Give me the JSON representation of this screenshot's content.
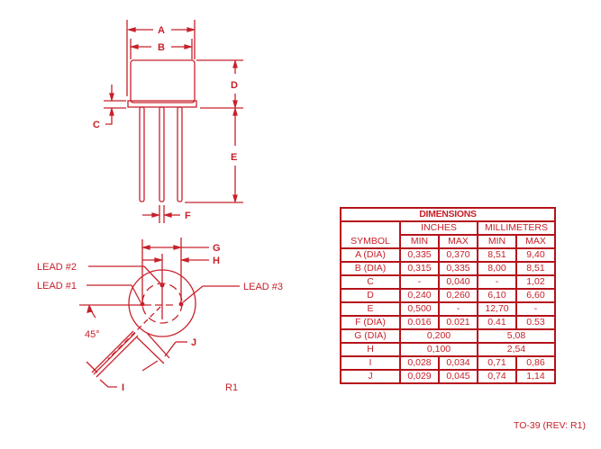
{
  "diagram": {
    "package": "TO-39",
    "labels": {
      "A": "A",
      "B": "B",
      "C": "C",
      "D": "D",
      "E": "E",
      "F": "F",
      "G": "G",
      "H": "H",
      "I": "I",
      "J": "J",
      "lead1": "LEAD #1",
      "lead2": "LEAD #2",
      "lead3": "LEAD #3",
      "angle": "45°",
      "rev": "R1"
    },
    "color": "#c8202a"
  },
  "table": {
    "title": "DIMENSIONS",
    "group_headers": [
      "INCHES",
      "MILLIMETERS"
    ],
    "symbol_header": "SYMBOL",
    "sub_headers": [
      "MIN",
      "MAX",
      "MIN",
      "MAX"
    ],
    "rows": [
      {
        "symbol": "A (DIA)",
        "in_min": "0,335",
        "in_max": "0,370",
        "mm_min": "8,51",
        "mm_max": "9,40"
      },
      {
        "symbol": "B (DIA)",
        "in_min": "0,315",
        "in_max": "0,335",
        "mm_min": "8,00",
        "mm_max": "8,51"
      },
      {
        "symbol": "C",
        "in_min": "-",
        "in_max": "0,040",
        "mm_min": "-",
        "mm_max": "1,02"
      },
      {
        "symbol": "D",
        "in_min": "0,240",
        "in_max": "0,260",
        "mm_min": "6,10",
        "mm_max": "6,60"
      },
      {
        "symbol": "E",
        "in_min": "0,500",
        "in_max": "-",
        "mm_min": "12,70",
        "mm_max": "-"
      },
      {
        "symbol": "F (DIA)",
        "in_min": "0.016",
        "in_max": "0.021",
        "mm_min": "0.41",
        "mm_max": "0.53"
      },
      {
        "symbol": "G (DIA)",
        "in_span": "0,200",
        "mm_span": "5,08"
      },
      {
        "symbol": "H",
        "in_span": "0,100",
        "mm_span": "2,54"
      },
      {
        "symbol": "I",
        "in_min": "0,028",
        "in_max": "0,034",
        "mm_min": "0,71",
        "mm_max": "0,86"
      },
      {
        "symbol": "J",
        "in_min": "0,029",
        "in_max": "0,045",
        "mm_min": "0,74",
        "mm_max": "1,14"
      }
    ],
    "footnote": "TO-39 (REV: R1)"
  }
}
